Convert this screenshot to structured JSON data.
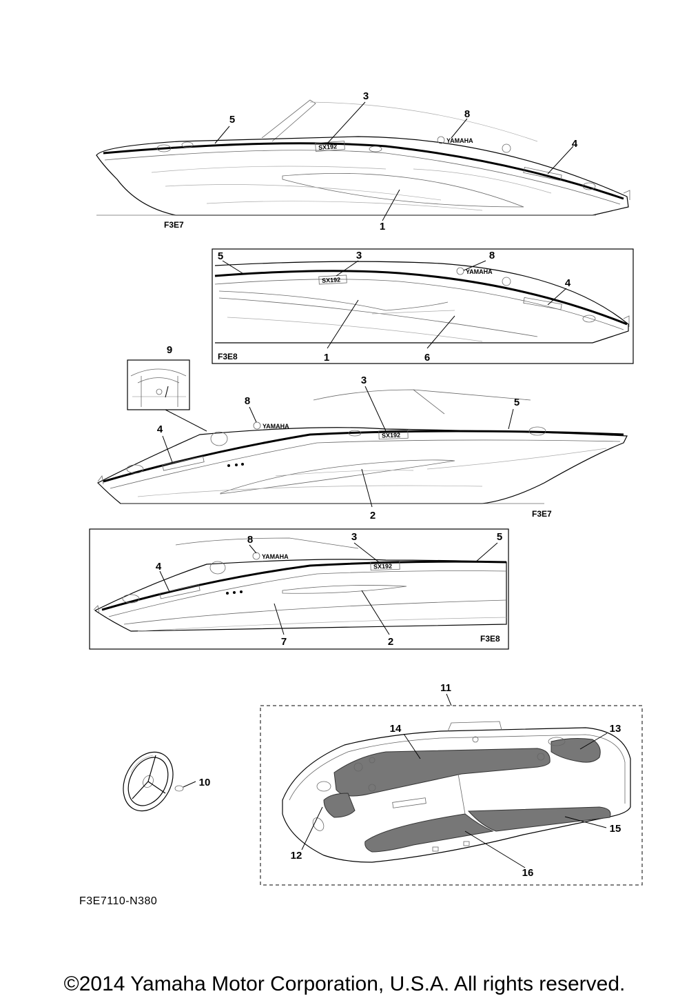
{
  "views": [
    {
      "code": "F3E7"
    },
    {
      "code": "F3E8"
    },
    {
      "code": "F3E7"
    },
    {
      "code": "F3E8"
    }
  ],
  "emblems": {
    "model": "SX192",
    "brand": "YAMAHA"
  },
  "callouts": [
    "1",
    "2",
    "3",
    "4",
    "5",
    "6",
    "7",
    "8",
    "9",
    "10",
    "11",
    "12",
    "13",
    "14",
    "15",
    "16"
  ],
  "part_number": "F3E7110-N380",
  "copyright": "©2014 Yamaha Motor Corporation, U.S.A. All rights reserved."
}
